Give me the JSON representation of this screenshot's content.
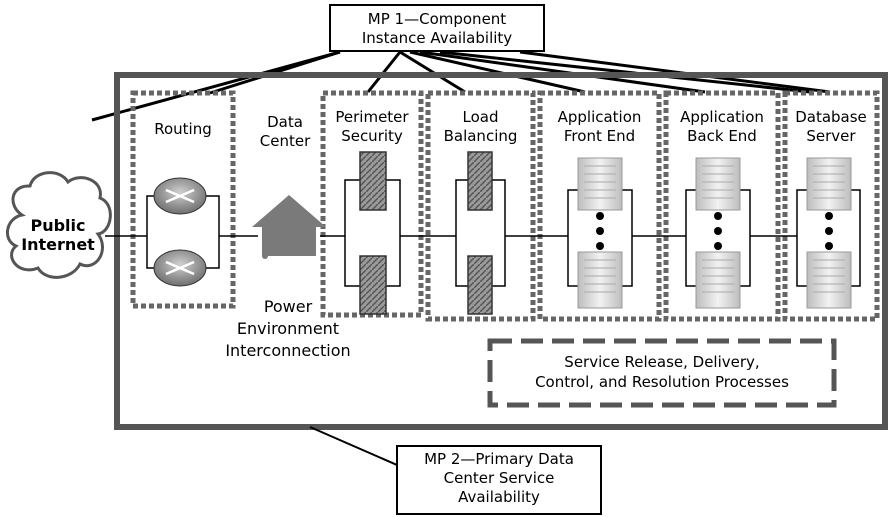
{
  "callouts": {
    "mp1": "MP 1—Component\nInstance Availability",
    "mp2": "MP 2—Primary Data\nCenter Service\nAvailability"
  },
  "cloud": {
    "label": "Public\nInternet"
  },
  "components": {
    "routing": "Routing",
    "data_center": "Data\nCenter",
    "perimeter_security": "Perimeter\nSecurity",
    "load_balancing": "Load\nBalancing",
    "app_front_end": "Application\nFront End",
    "app_back_end": "Application\nBack End",
    "database_server": "Database\nServer"
  },
  "power_label": "Power\nEnvironment\nInterconnection",
  "services_box": "Service Release, Delivery,\nControl, and Resolution Processes",
  "colors": {
    "frame": "#555555",
    "dotted_border": "#666666",
    "device_fill": "#8a8a8a",
    "house_fill": "#7a7a7a",
    "server_fill": "#dcdcdc"
  }
}
